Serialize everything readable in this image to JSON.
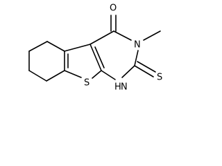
{
  "molecule": {
    "atoms": {
      "oxygen": "O",
      "n_methyl": "N",
      "thioxo_sulfur": "S",
      "nh_nitrogen": "N",
      "nh_hydrogen": "H",
      "thiophene_sulfur": "S"
    }
  }
}
